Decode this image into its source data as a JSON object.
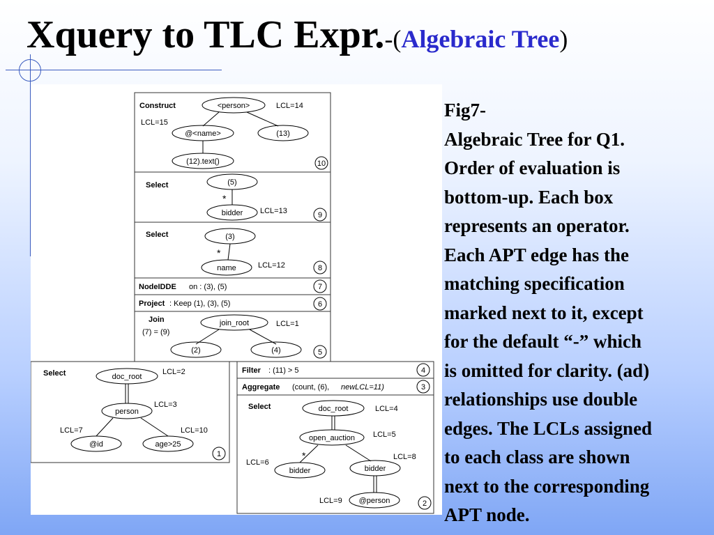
{
  "slide": {
    "title_main": "Xquery to TLC Expr.",
    "title_dash": "-(",
    "title_sub": "Algebraic Tree",
    "title_close": ")"
  },
  "caption": {
    "lines": [
      "Fig7-",
      "Algebraic Tree for Q1.",
      "Order of evaluation is",
      "bottom-up. Each box",
      "represents an operator.",
      "Each APT edge has the",
      "matching specification",
      "marked next to it, except",
      "for the default “-” which",
      "is omitted for clarity. (ad)",
      "relationships use double",
      "edges. The LCLs assigned",
      "to each class are shown",
      "next to the corresponding",
      "APT node."
    ]
  },
  "figure": {
    "box10": {
      "op": "Construct",
      "n1": "<person>",
      "n2": "@<name>",
      "n3": "(13)",
      "n4": "(12).text()",
      "lcl_a": "LCL=14",
      "lcl_b": "LCL=15",
      "num": "10"
    },
    "box9": {
      "op": "Select",
      "n1": "(5)",
      "n2": "bidder",
      "star": "*",
      "lcl": "LCL=13",
      "num": "9"
    },
    "box8": {
      "op": "Select",
      "n1": "(3)",
      "n2": "name",
      "star": "*",
      "lcl": "LCL=12",
      "num": "8"
    },
    "box7": {
      "op": "NodeIDDE",
      "rest": "on : (3), (5)",
      "num": "7"
    },
    "box6": {
      "op": "Project",
      "rest": ": Keep (1), (3), (5)",
      "num": "6"
    },
    "box5": {
      "op": "Join",
      "cond": "(7) = (9)",
      "n1": "join_root",
      "n2": "(2)",
      "n3": "(4)",
      "lcl": "LCL=1",
      "num": "5"
    },
    "box4": {
      "op": "Filter",
      "rest": ": (11) > 5",
      "num": "4"
    },
    "box3": {
      "op": "Aggregate",
      "rest": "(count, (6),",
      "rest2": "newLCL=11)",
      "num": "3"
    },
    "box1": {
      "op": "Select",
      "n1": "doc_root",
      "n2": "person",
      "n3": "@id",
      "n4": "age>25",
      "lcl1": "LCL=2",
      "lcl2": "LCL=3",
      "lcl3": "LCL=7",
      "lcl4": "LCL=10",
      "num": "1"
    },
    "box2": {
      "op": "Select",
      "n1": "doc_root",
      "n2": "open_auction",
      "n3": "bidder",
      "n4": "bidder",
      "n5": "@person",
      "star": "*",
      "lcl1": "LCL=4",
      "lcl2": "LCL=5",
      "lcl3": "LCL=6",
      "lcl4": "LCL=8",
      "lcl5": "LCL=9",
      "num": "2"
    }
  }
}
